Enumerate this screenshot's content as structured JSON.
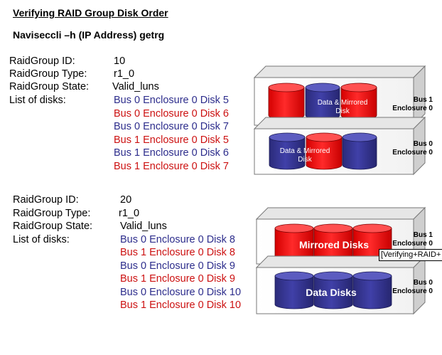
{
  "header": {
    "title": "Verifying RAID Group Disk Order",
    "command": "Naviseccli –h (IP Address) getrg"
  },
  "groups": [
    {
      "id_label": "RaidGroup ID:",
      "id_value": "10",
      "type_label": "RaidGroup Type:",
      "type_value": "r1_0",
      "state_label": "RaidGroup State:",
      "state_value": "Valid_luns",
      "disks_label": "List of disks:",
      "disks": [
        {
          "text": "Bus 0 Enclosure 0  Disk 5",
          "color": "blue"
        },
        {
          "text": "Bus 0 Enclosure 0  Disk 6",
          "color": "red"
        },
        {
          "text": "Bus 0 Enclosure 0  Disk 7",
          "color": "blue"
        },
        {
          "text": "Bus 1 Enclosure 0  Disk 5",
          "color": "red"
        },
        {
          "text": "Bus 1 Enclosure 0  Disk 6",
          "color": "blue"
        },
        {
          "text": "Bus 1 Enclosure 0  Disk 7",
          "color": "red"
        }
      ],
      "shelves": [
        {
          "bus": "Bus 1",
          "enclosure": "Enclosure 0",
          "disk_label_line1": "Data & Mirrored",
          "disk_label_line2": "Disk"
        },
        {
          "bus": "Bus 0",
          "enclosure": "Enclosure 0",
          "disk_label_line1": "Data & Mirrored",
          "disk_label_line2": "Disk"
        }
      ]
    },
    {
      "id_label": "RaidGroup ID:",
      "id_value": "20",
      "type_label": "RaidGroup Type:",
      "type_value": "r1_0",
      "state_label": "RaidGroup State:",
      "state_value": "Valid_luns",
      "disks_label": "List of disks:",
      "disks": [
        {
          "text": "Bus 0 Enclosure 0   Disk 8",
          "color": "blue"
        },
        {
          "text": "Bus 1 Enclosure 0  Disk 8",
          "color": "red"
        },
        {
          "text": "Bus 0 Enclosure 0   Disk 9",
          "color": "blue"
        },
        {
          "text": "Bus 1 Enclosure 0  Disk 9",
          "color": "red"
        },
        {
          "text": "Bus 0 Enclosure 0   Disk 10",
          "color": "blue"
        },
        {
          "text": "Bus 1 Enclosure 0  Disk 10",
          "color": "red"
        }
      ],
      "shelves": [
        {
          "bus": "Bus 1",
          "enclosure": "Enclosure 0",
          "disk_label": "Mirrored Disks"
        },
        {
          "bus": "Bus 0",
          "enclosure": "Enclosure 0",
          "disk_label": "Data Disks"
        }
      ]
    }
  ],
  "tooltip": "[Verifying+RAID+",
  "colors": {
    "red_disk": "#ff0000",
    "blue_disk": "#333399",
    "text_blue": "#2d2d8c",
    "text_red": "#cc1111"
  }
}
